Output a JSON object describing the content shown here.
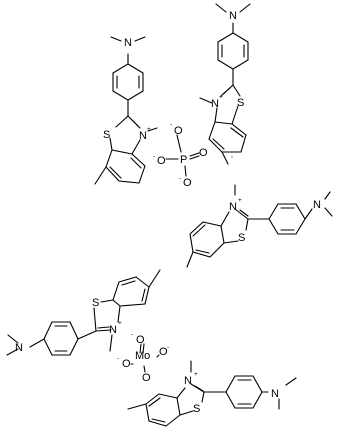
{
  "atoms": {
    "nitrogen": "N",
    "sulfur": "S",
    "phosphorus": "P",
    "oxygen": "O",
    "molybdenum": "Mo"
  },
  "charges": {
    "plus": "+",
    "minus": "-"
  }
}
